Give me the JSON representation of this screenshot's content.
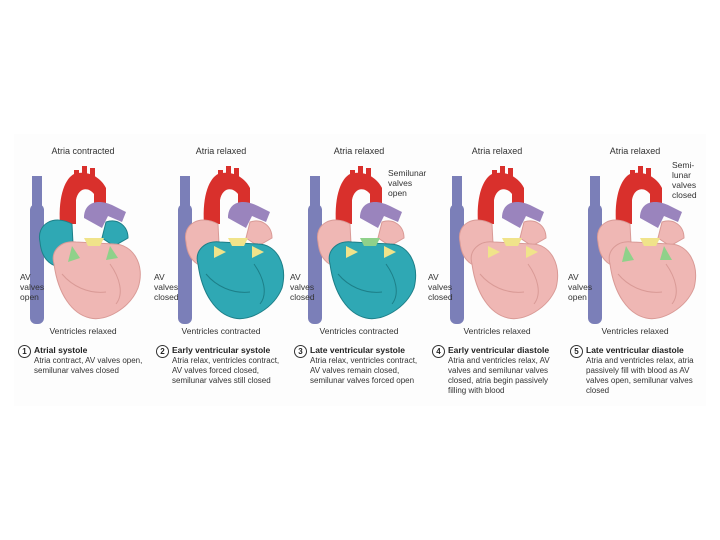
{
  "panels": [
    {
      "top_label": "Atria contracted",
      "valve_note": "AV\nvalves\nopen",
      "bottom_label": "Ventricles relaxed",
      "number": "1",
      "title": "Atrial systole",
      "description": "Atria contract, AV valves open, semilunar valves closed"
    },
    {
      "top_label": "Atria relaxed",
      "valve_note": "AV\nvalves\nclosed",
      "bottom_label": "Ventricles contracted",
      "number": "2",
      "title": "Early ventricular systole",
      "description": "Atria relax, ventricles contract, AV valves forced closed, semilunar valves still closed"
    },
    {
      "top_label": "Atria relaxed",
      "valve_note": "AV\nvalves\nclosed",
      "side_note": "Semilunar\nvalves\nopen",
      "bottom_label": "Ventricles contracted",
      "number": "3",
      "title": "Late ventricular systole",
      "description": "Atria relax, ventricles contract, AV valves remain closed, semilunar valves forced open"
    },
    {
      "top_label": "Atria relaxed",
      "valve_note": "AV\nvalves\nclosed",
      "bottom_label": "Ventricles relaxed",
      "number": "4",
      "title": "Early ventricular diastole",
      "description": "Atria and ventricles relax, AV valves and semilunar valves closed, atria begin passively filling with blood"
    },
    {
      "top_label": "Atria relaxed",
      "valve_note": "AV\nvalves\nopen",
      "side_note": "Semi-\nlunar\nvalves\nclosed",
      "bottom_label": "Ventricles relaxed",
      "number": "5",
      "title": "Late ventricular diastole",
      "description": "Atria and ventricles relax, atria passively fill with blood as AV valves open, semilunar valves closed"
    }
  ],
  "colors": {
    "aorta": "#d9302c",
    "vena_cava": "#7b7fb8",
    "pulmonary": "#9a84bd",
    "relaxed_tissue": "#efb7b4",
    "contracted_tissue": "#2fa8b4",
    "valve": "#f0e38a",
    "open_valve": "#8fd18a"
  }
}
